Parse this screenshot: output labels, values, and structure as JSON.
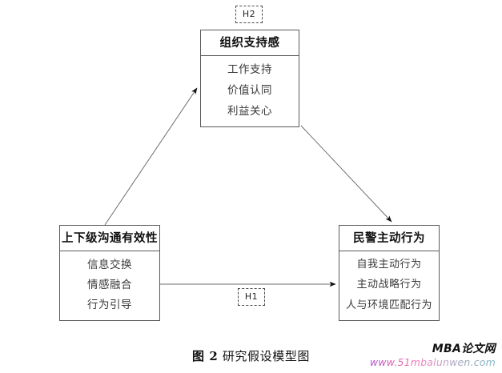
{
  "figure": {
    "caption_number": "图 2",
    "caption_text": "研究假设模型图",
    "background": "#ffffff",
    "line_color": "#5a5a5a"
  },
  "boxes": {
    "organizational_support": {
      "title": "组织支持感",
      "items": [
        "工作支持",
        "价值认同",
        "利益关心"
      ]
    },
    "communication_effectiveness": {
      "title": "上下级沟通有效性",
      "items": [
        "信息交换",
        "情感融合",
        "行为引导"
      ]
    },
    "proactive_behavior": {
      "title": "民警主动行为",
      "items": [
        "自我主动行为",
        "主动战略行为",
        "人与环境匹配行为"
      ]
    }
  },
  "hypotheses": {
    "h1": "H1",
    "h2": "H2"
  },
  "watermark": {
    "brand": "MBA论文网",
    "url": "www.51mbalunwen.com"
  }
}
